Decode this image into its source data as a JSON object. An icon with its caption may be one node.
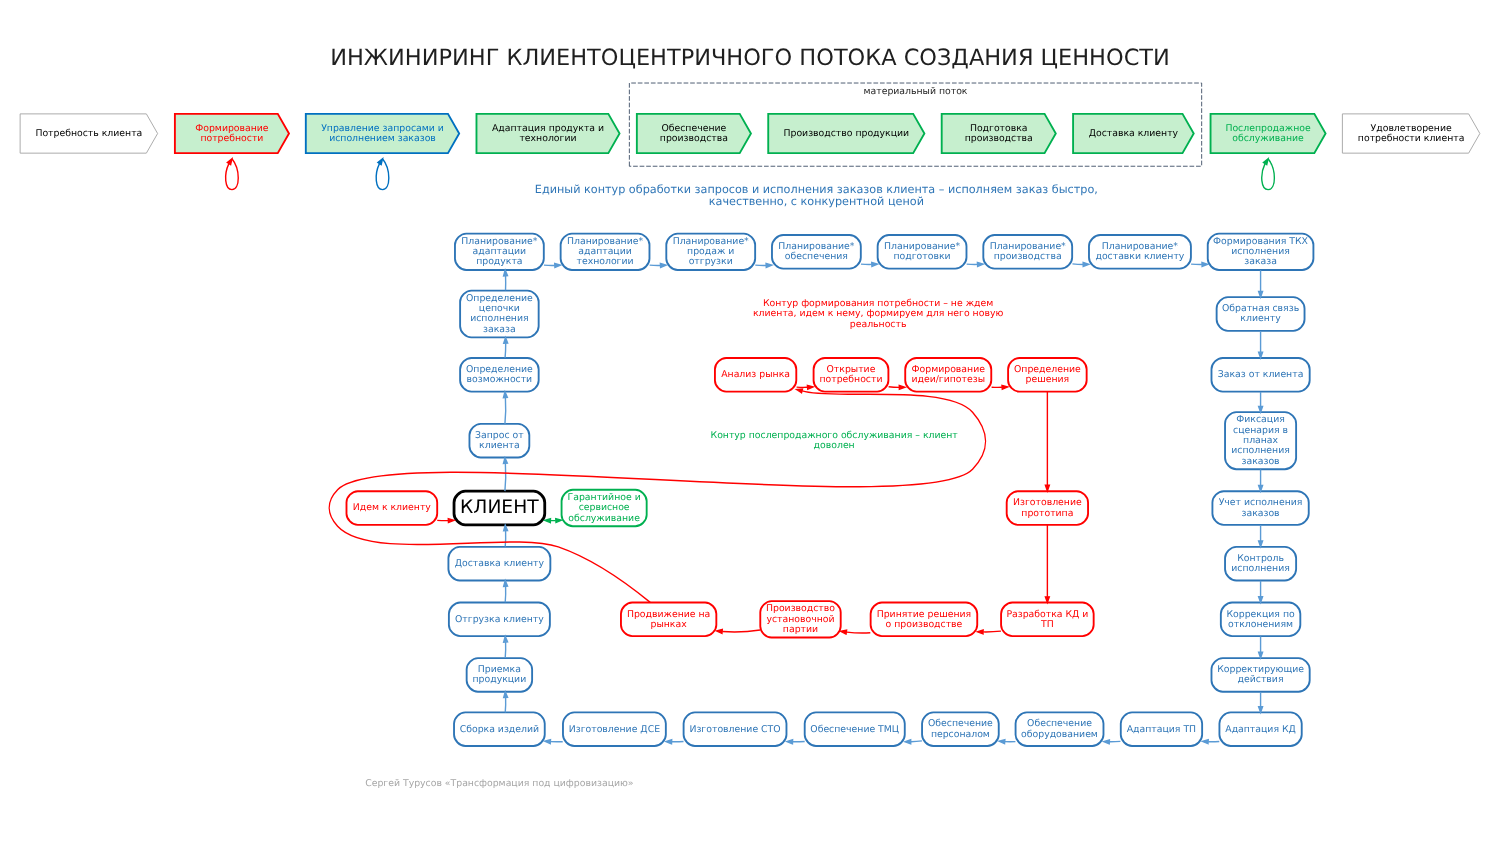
{
  "diagram": {
    "title": "ИНЖИНИРИНГ КЛИЕНТОЦЕНТРИЧНОГО ПОТОКА СОЗДАНИЯ ЦЕННОСТИ",
    "nodes": [
      {
        "text": [
          "Потребность клиента"
        ]
      },
      {
        "text": [
          "Формирование потребности"
        ]
      },
      {
        "text": [
          "Управление запросами и исполнением заказов"
        ]
      },
      {
        "text": [
          "Адаптация продукта и технологии"
        ]
      },
      {
        "text": [
          "материальный поток"
        ]
      },
      {
        "text": [
          "Обеспечение производства"
        ],
        "in": 4
      },
      {
        "text": [
          "Подготовка производства"
        ],
        "in": 4
      },
      {
        "text": [
          "Производство продукции"
        ],
        "in": 4
      },
      {
        "text": [
          "Доставка клиенту"
        ],
        "in": 4
      },
      {
        "text": [
          "Послепродажное обслуживание"
        ]
      },
      {
        "text": [
          "Удовлетворение потребности клиента"
        ]
      },
      {
        "text": [
          "Планирование* адаптации продукта"
        ]
      },
      {
        "text": [
          "Планирование* адаптации технологии"
        ]
      },
      {
        "text": [
          "Планирование* продаж и отгрузки"
        ]
      },
      {
        "text": [
          "Планирование* обеспечения"
        ]
      },
      {
        "text": [
          "Планирование* подготовки"
        ]
      },
      {
        "text": [
          "Планирование* производства"
        ]
      },
      {
        "text": [
          "Планирование* доставки клиенту"
        ]
      },
      {
        "text": [
          "Формирования ТКХ исполнения заказа"
        ]
      },
      {
        "text": [
          "Обратная связь клиенту"
        ]
      },
      {
        "text": [
          "Заказ от клиента"
        ]
      },
      {
        "text": [
          "Фиксация сценария в планах исполнения заказов"
        ]
      },
      {
        "text": [
          "Учет исполнения заказов"
        ]
      },
      {
        "text": [
          "Контроль исполнения"
        ]
      },
      {
        "text": [
          "Коррекция по отклонениям"
        ]
      },
      {
        "text": [
          "Корректирующие действия"
        ]
      },
      {
        "text": [
          "Адаптация КД"
        ]
      },
      {
        "text": [
          "Адаптация ТП"
        ]
      },
      {
        "text": [
          "Обеспечение оборудованием"
        ]
      },
      {
        "text": [
          "Обеспечение персоналом"
        ]
      },
      {
        "text": [
          "Обеспечение ТМЦ"
        ]
      },
      {
        "text": [
          "Изготовление СТО"
        ]
      },
      {
        "text": [
          "Изготовление ДСЕ"
        ]
      },
      {
        "text": [
          "Сборка изделий"
        ]
      },
      {
        "text": [
          "Приемка продукции"
        ]
      },
      {
        "text": [
          "Отгрузка клиенту"
        ]
      },
      {
        "text": [
          "Доставка клиенту"
        ]
      },
      {
        "text": [
          "КЛИЕНТ"
        ]
      },
      {
        "text": [
          "Запрос от клиента"
        ]
      },
      {
        "text": [
          "Определение возможности"
        ]
      },
      {
        "text": [
          "Определение цепочки исполнения заказа"
        ]
      },
      {
        "text": [
          "Идем к клиенту"
        ]
      },
      {
        "text": [
          "Анализ рынка"
        ]
      },
      {
        "text": [
          "Открытие потребности"
        ]
      },
      {
        "text": [
          "Формирование идеи/гипотезы"
        ]
      },
      {
        "text": [
          "Определение решения"
        ]
      },
      {
        "text": [
          "Изготовление прототипа"
        ]
      },
      {
        "text": [
          "Разработка КД и ТП"
        ]
      },
      {
        "text": [
          "Принятие решения о производстве"
        ]
      },
      {
        "text": [
          "Производство установочной партии"
        ]
      },
      {
        "text": [
          "Продвижение на рынках"
        ]
      },
      {
        "text": [
          "Гарантийное и сервисное обслуживание"
        ]
      }
    ],
    "edges": [
      {
        "from": 11,
        "to": 12,
        "arrow": "to"
      },
      {
        "from": 12,
        "to": 13,
        "arrow": "to"
      },
      {
        "from": 13,
        "to": 14,
        "arrow": "to"
      },
      {
        "from": 14,
        "to": 15,
        "arrow": "to"
      },
      {
        "from": 15,
        "to": 16,
        "arrow": "to"
      },
      {
        "from": 16,
        "to": 17,
        "arrow": "to"
      },
      {
        "from": 17,
        "to": 18,
        "arrow": "to"
      },
      {
        "from": 18,
        "to": 19,
        "arrow": "to"
      },
      {
        "from": 19,
        "to": 20,
        "arrow": "to"
      },
      {
        "from": 20,
        "to": 21,
        "arrow": "to"
      },
      {
        "from": 21,
        "to": 22,
        "arrow": "to"
      },
      {
        "from": 22,
        "to": 23,
        "arrow": "to"
      },
      {
        "from": 23,
        "to": 24,
        "arrow": "to"
      },
      {
        "from": 24,
        "to": 25,
        "arrow": "to"
      },
      {
        "from": 25,
        "to": 26,
        "arrow": "to"
      },
      {
        "from": 26,
        "to": 27,
        "arrow": "to"
      },
      {
        "from": 27,
        "to": 28,
        "arrow": "to"
      },
      {
        "from": 28,
        "to": 29,
        "arrow": "to"
      },
      {
        "from": 29,
        "to": 30,
        "arrow": "to"
      },
      {
        "from": 30,
        "to": 31,
        "arrow": "to"
      },
      {
        "from": 31,
        "to": 32,
        "arrow": "to"
      },
      {
        "from": 32,
        "to": 33,
        "arrow": "to"
      },
      {
        "from": 33,
        "to": 34,
        "arrow": "to"
      },
      {
        "from": 34,
        "to": 35,
        "arrow": "to"
      },
      {
        "from": 35,
        "to": 36,
        "arrow": "to"
      },
      {
        "from": 36,
        "to": 37,
        "arrow": "to"
      },
      {
        "from": 37,
        "to": 38,
        "arrow": "to"
      },
      {
        "from": 38,
        "to": 39,
        "arrow": "to"
      },
      {
        "from": 39,
        "to": 40,
        "arrow": "to"
      },
      {
        "from": 40,
        "to": 11,
        "arrow": "to"
      },
      {
        "from": 41,
        "to": 37,
        "arrow": "to",
        "color": "#ff0000"
      },
      {
        "from": 42,
        "to": 43,
        "arrow": "to",
        "color": "#ff0000"
      },
      {
        "from": 43,
        "to": 44,
        "arrow": "to",
        "color": "#ff0000"
      },
      {
        "from": 44,
        "to": 45,
        "arrow": "to",
        "color": "#ff0000"
      },
      {
        "from": 45,
        "to": 46,
        "arrow": "to",
        "color": "#ff0000"
      },
      {
        "from": 46,
        "to": 47,
        "arrow": "to",
        "color": "#ff0000"
      },
      {
        "from": 47,
        "to": 48,
        "arrow": "to",
        "color": "#ff0000"
      },
      {
        "from": 48,
        "to": 49,
        "arrow": "to",
        "color": "#ff0000"
      },
      {
        "from": 49,
        "to": 50,
        "arrow": "to",
        "color": "#ff0000"
      },
      {
        "from": 50,
        "to": 42,
        "arrow": "to",
        "color": "#ff0000"
      },
      {
        "from": 37,
        "to": 51,
        "arrow": "both",
        "color": "#00b050"
      },
      {
        "from": 1,
        "to": 1,
        "arrow": "to",
        "color": "#ff0000"
      },
      {
        "from": 2,
        "to": 2,
        "arrow": "to",
        "color": "#0070c0"
      },
      {
        "from": 9,
        "to": 9,
        "arrow": "to",
        "color": "#00b050"
      }
    ],
    "labels": [
      "Единый контур обработки запросов и исполнения заказов клиента – исполняем заказ быстро, качественно, с конкурентной ценой",
      "Контур формирования потребности – не ждем клиента, идем к нему, формируем для него новую реальность",
      "Контур послепродажного обслуживания – клиент доволен",
      "Сергей Турусов «Трансформация под цифровизацию»"
    ]
  }
}
